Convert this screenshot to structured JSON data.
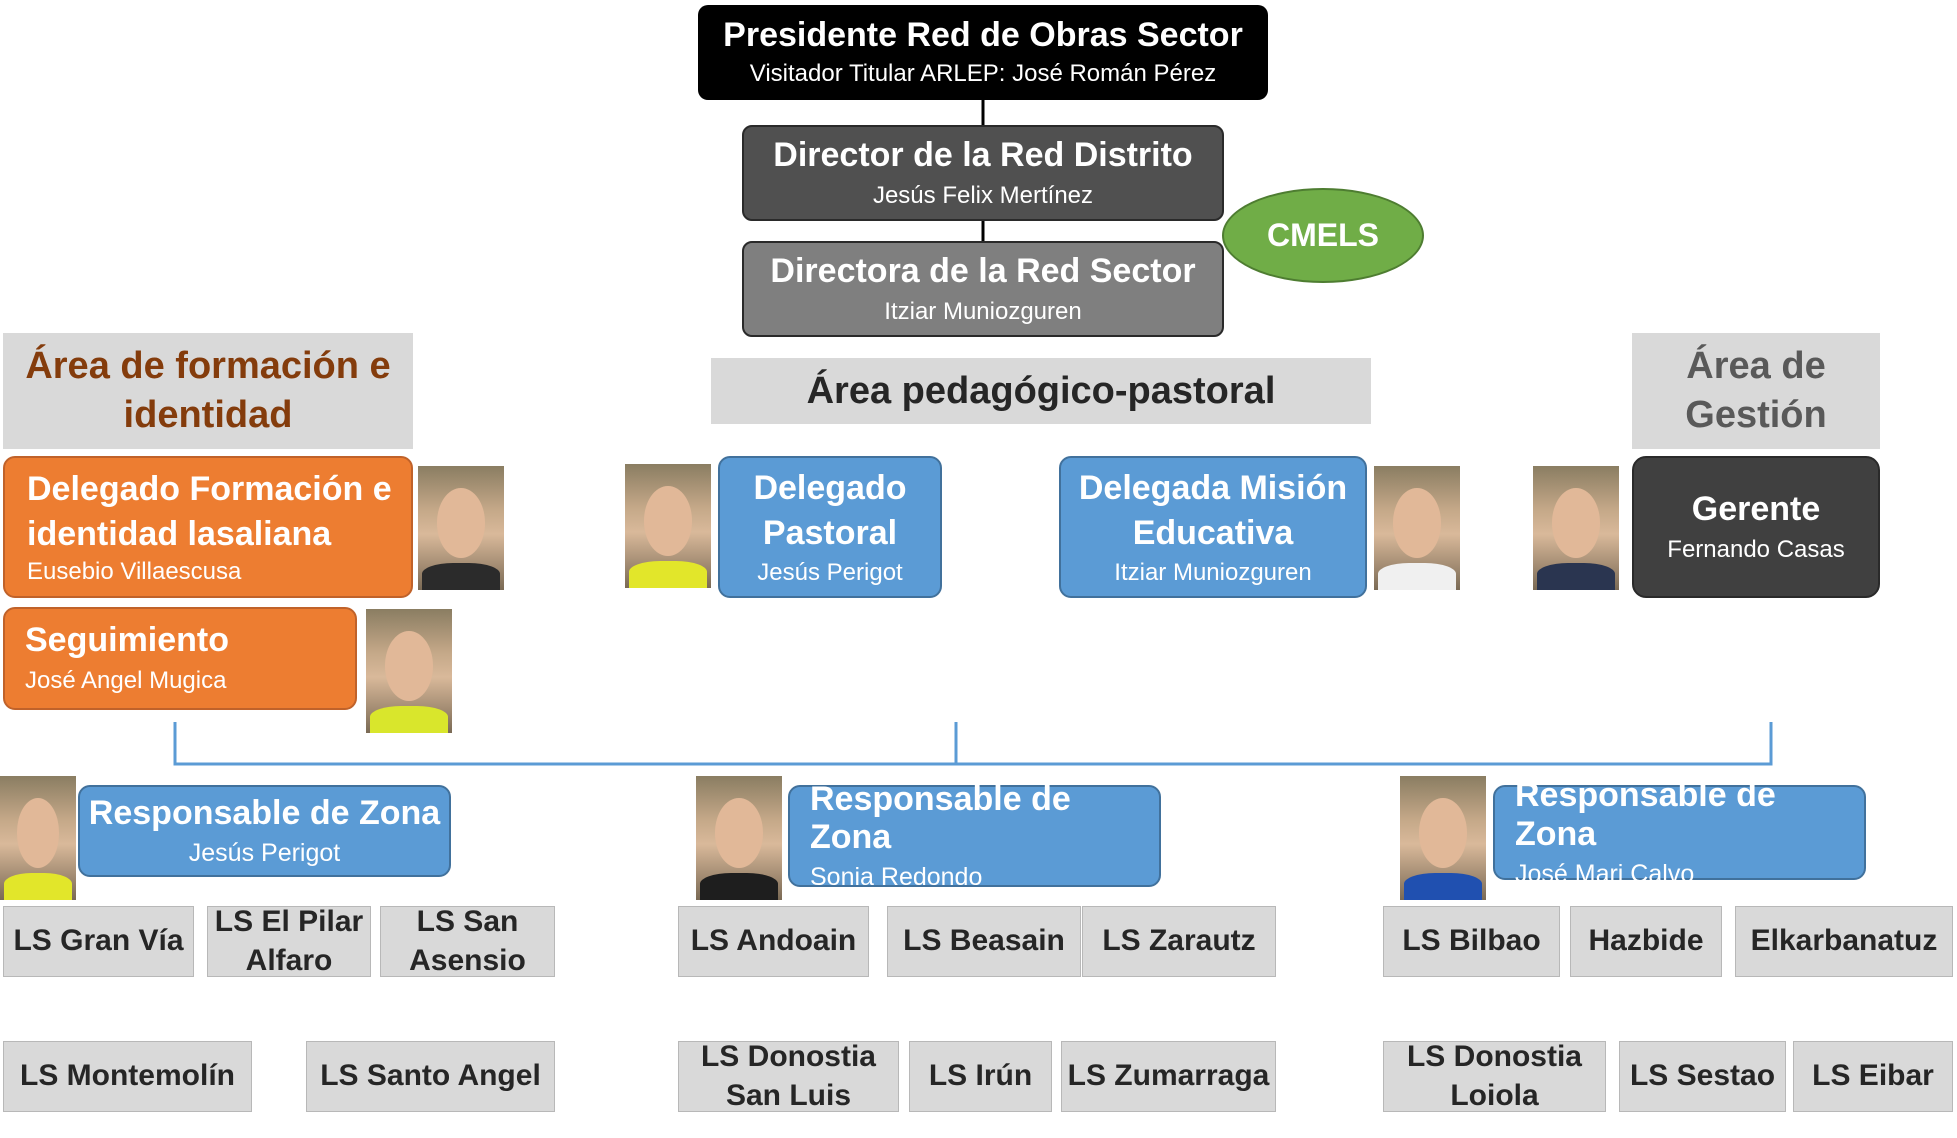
{
  "top": {
    "president": {
      "title": "Presidente Red de Obras Sector",
      "subtitle": "Visitador Titular ARLEP: José Román Pérez"
    },
    "director_distrito": {
      "title": "Director de la Red Distrito",
      "subtitle": "Jesús Felix Mertínez"
    },
    "directora_sector": {
      "title": "Directora de la Red Sector",
      "subtitle": "Itziar Muniozguren"
    },
    "cmels": "CMELS"
  },
  "areas": {
    "formacion": "Área de formación e identidad",
    "pedagogico": "Área pedagógico-pastoral",
    "gestion": "Área de Gestión"
  },
  "roles": {
    "delegado_formacion": {
      "title": "Delegado Formación e identidad lasaliana",
      "subtitle": "Eusebio Villaescusa"
    },
    "seguimiento": {
      "title": "Seguimiento",
      "subtitle": "José Angel Mugica"
    },
    "delegado_pastoral": {
      "title": "Delegado Pastoral",
      "subtitle": "Jesús Perigot"
    },
    "delegada_mision": {
      "title": "Delegada Misión Educativa",
      "subtitle": "Itziar Muniozguren"
    },
    "gerente": {
      "title": "Gerente",
      "subtitle": "Fernando Casas"
    }
  },
  "zones": [
    {
      "title": "Responsable de Zona",
      "subtitle": "Jesús Perigot",
      "schools": [
        "LS Gran Vía",
        "LS El Pilar Alfaro",
        "LS San Asensio",
        "LS Montemolín",
        "LS Santo Angel"
      ]
    },
    {
      "title": "Responsable de Zona",
      "subtitle": "Sonia Redondo",
      "schools": [
        "LS Andoain",
        "LS Beasain",
        "LS Zarautz",
        "LS Donostia San Luis",
        "LS Irún",
        "LS Zumarraga"
      ]
    },
    {
      "title": "Responsable de Zona",
      "subtitle": "José Mari Calvo",
      "schools": [
        "LS Bilbao",
        "Hazbide",
        "Elkarbanatuz",
        "LS Donostia Loiola",
        "LS Sestao",
        "LS Eibar"
      ]
    }
  ],
  "colors": {
    "president": "#000000",
    "director": "#505050",
    "directora": "#7f7f7f",
    "cmels": "#70ad47",
    "orange": "#ed7d31",
    "blue": "#5b9bd5",
    "gerente": "#404040",
    "area_bg": "#d9d9d9",
    "area_formacion_text": "#843c0c",
    "connector": "#5b9bd5"
  }
}
